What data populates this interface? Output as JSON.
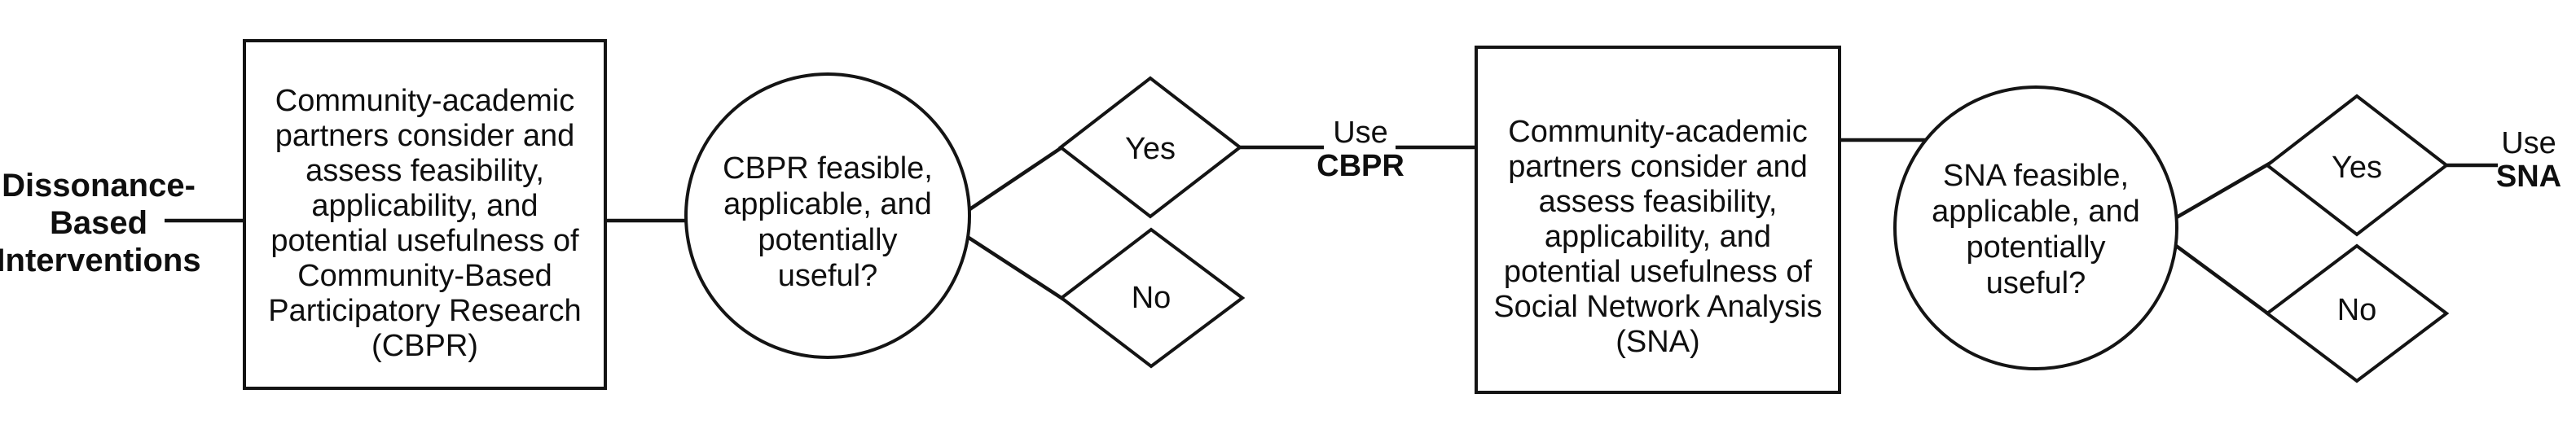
{
  "colors": {
    "bg": "#ffffff",
    "stroke": "#141414",
    "text": "#0f0f0f"
  },
  "flow": {
    "start_label": {
      "lines": [
        "Dissonance-",
        "Based",
        "Interventions"
      ]
    },
    "cbpr_box": {
      "lines": [
        "Community-academic",
        "partners consider and",
        "assess feasibility,",
        "applicability, and",
        "potential usefulness of",
        "Community-Based",
        "Participatory Research",
        "(CBPR)"
      ]
    },
    "cbpr_circle": {
      "lines": [
        "CBPR feasible,",
        "applicable, and",
        "potentially",
        "useful?"
      ]
    },
    "cbpr_yes_label": "Yes",
    "cbpr_no_label": "No",
    "use_cbpr_label": {
      "line1": "Use",
      "line2": "CBPR"
    },
    "sna_box": {
      "lines": [
        "Community-academic",
        "partners consider and",
        "assess feasibility,",
        "applicability, and",
        "potential usefulness of",
        "Social Network Analysis",
        "(SNA)"
      ]
    },
    "sna_circle": {
      "lines": [
        "SNA feasible,",
        "applicable, and",
        "potentially",
        "useful?"
      ]
    },
    "sna_yes_label": "Yes",
    "sna_no_label": "No",
    "use_sna_label": {
      "line1": "Use",
      "line2": "SNA"
    }
  }
}
